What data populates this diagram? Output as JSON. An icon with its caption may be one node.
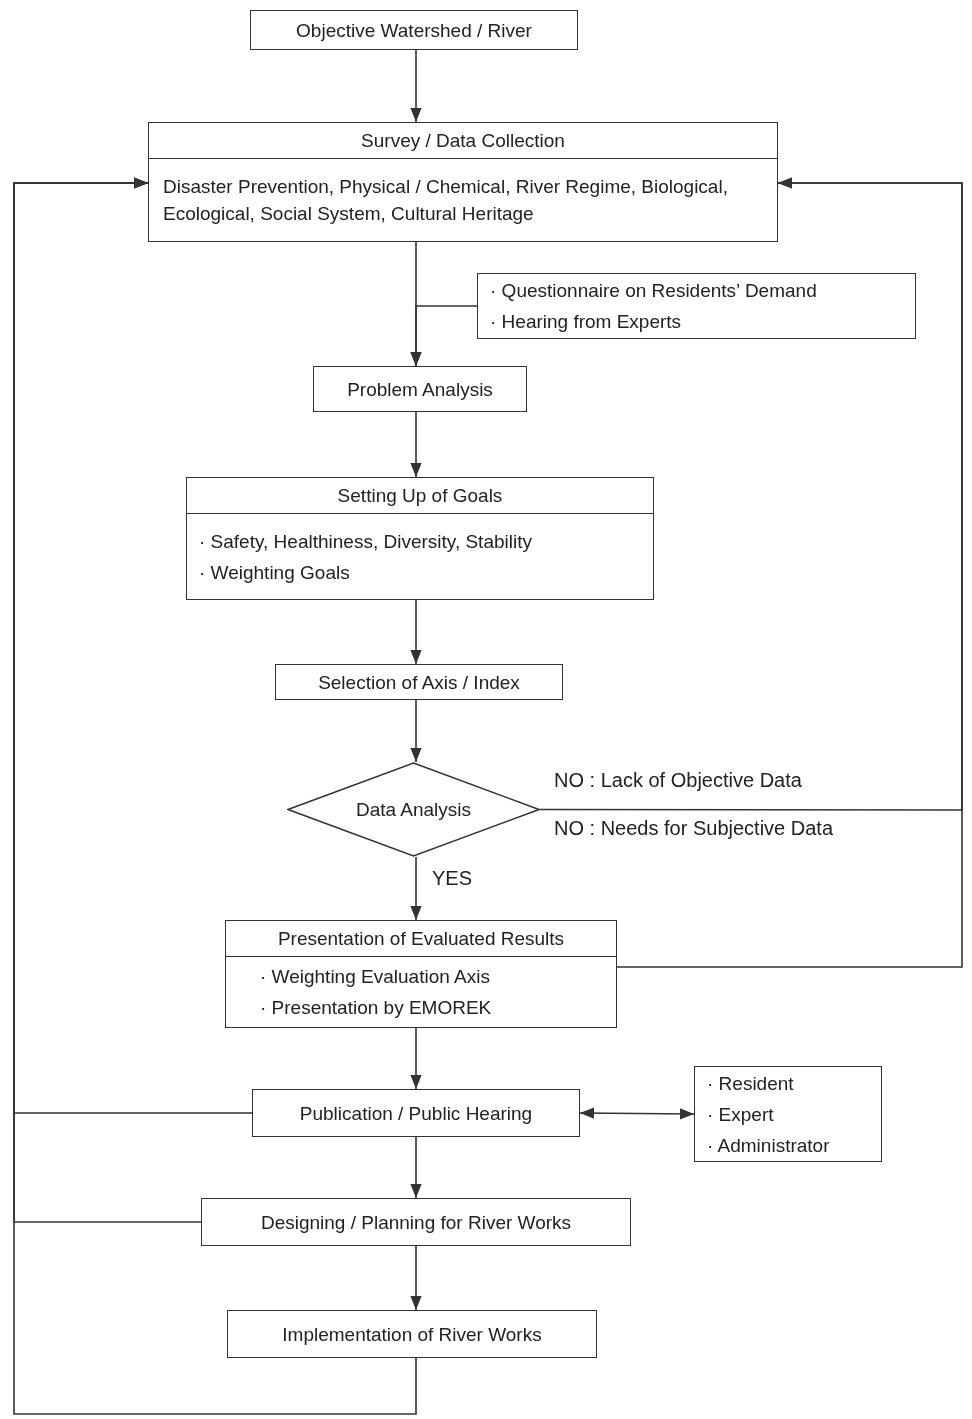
{
  "diagram": {
    "nodes": [
      {
        "text": [
          "Objective Watershed / River"
        ]
      },
      {
        "text": [
          "Survey / Data Collection",
          "Disaster Prevention, Physical / Chemical, River Regime, Biological, Ecological, Social System, Cultural Heritage"
        ]
      },
      {
        "text": [
          "· Questionnaire on Residents’ Demand",
          "· Hearing from Experts"
        ]
      },
      {
        "text": [
          "Problem Analysis"
        ]
      },
      {
        "text": [
          "Setting Up of Goals",
          "· Safety, Healthiness, Diversity, Stability",
          "· Weighting Goals"
        ]
      },
      {
        "text": [
          "Selection of Axis / Index"
        ]
      },
      {
        "text": [
          "Data Analysis"
        ]
      },
      {
        "text": [
          "Presentation of Evaluated Results",
          "· Weighting Evaluation Axis",
          "· Presentation by EMOREK"
        ]
      },
      {
        "text": [
          "Publication / Public Hearing"
        ]
      },
      {
        "text": [
          "· Resident",
          "· Expert",
          "· Administrator"
        ]
      },
      {
        "text": [
          "Designing / Planning for River Works"
        ]
      },
      {
        "text": [
          "Implementation of River Works"
        ]
      }
    ],
    "edges": [
      {
        "from": 0,
        "to": 1,
        "arrow": "to"
      },
      {
        "from": 1,
        "to": 3,
        "arrow": "to"
      },
      {
        "from": 2,
        "to": 3,
        "arrow": "to"
      },
      {
        "from": 3,
        "to": 4,
        "arrow": "to"
      },
      {
        "from": 4,
        "to": 5,
        "arrow": "to"
      },
      {
        "from": 5,
        "to": 6,
        "arrow": "to"
      },
      {
        "from": 6,
        "to": 7,
        "arrow": "to",
        "label": "YES"
      },
      {
        "from": 6,
        "to": 1,
        "arrow": "to",
        "label": "NO : Lack of Objective Data"
      },
      {
        "from": 7,
        "to": 1,
        "arrow": "to"
      },
      {
        "from": 7,
        "to": 8,
        "arrow": "to"
      },
      {
        "from": 8,
        "to": 9,
        "arrow": "both"
      },
      {
        "from": 8,
        "to": 10,
        "arrow": "to"
      },
      {
        "from": 10,
        "to": 11,
        "arrow": "to"
      },
      {
        "from": 8,
        "to": 1,
        "arrow": "to"
      },
      {
        "from": 10,
        "to": 1,
        "arrow": "to"
      },
      {
        "from": 11,
        "to": 1,
        "arrow": "to"
      }
    ],
    "labels": [
      "NO : Needs for Subjective Data"
    ]
  }
}
